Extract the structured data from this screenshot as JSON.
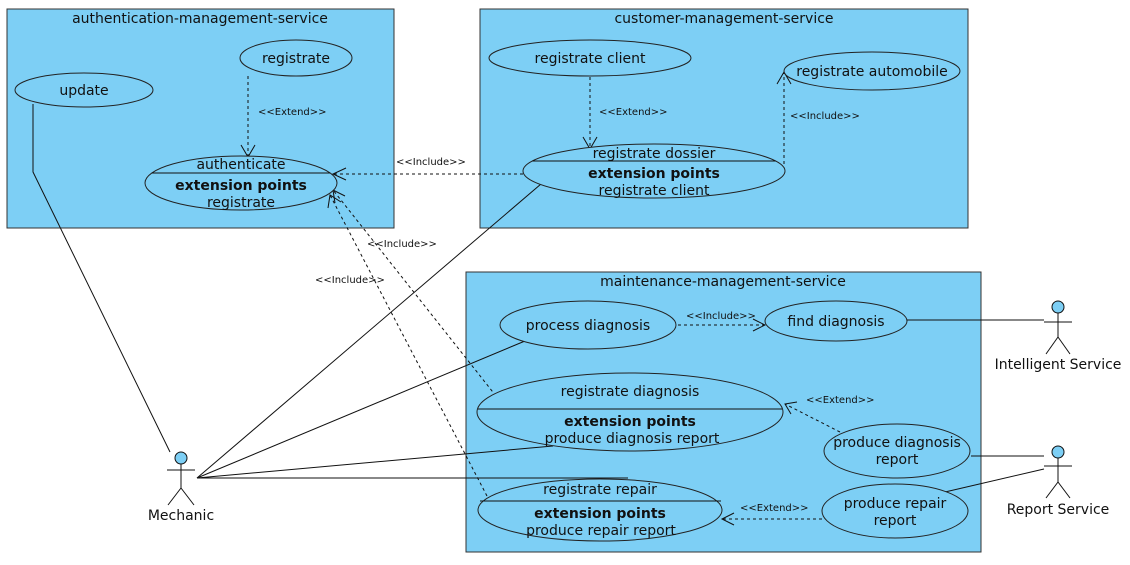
{
  "packages": {
    "auth": "authentication-management-service",
    "customer": "customer-management-service",
    "maintenance": "maintenance-management-service"
  },
  "use_cases": {
    "update": "update",
    "registrate": "registrate",
    "authenticate": "authenticate",
    "authenticate_ep_title": "extension points",
    "authenticate_ep": "registrate",
    "registrate_client": "registrate client",
    "registrate_automobile": "registrate automobile",
    "registrate_dossier": "registrate dossier",
    "registrate_dossier_ep_title": "extension points",
    "registrate_dossier_ep": "registrate client",
    "process_diagnosis": "process diagnosis",
    "find_diagnosis": "find diagnosis",
    "registrate_diagnosis": "registrate diagnosis",
    "registrate_diagnosis_ep_title": "extension points",
    "registrate_diagnosis_ep": "produce diagnosis report",
    "produce_diagnosis_report_1": "produce diagnosis",
    "produce_diagnosis_report_2": "report",
    "registrate_repair": "registrate repair",
    "registrate_repair_ep_title": "extension points",
    "registrate_repair_ep": "produce repair report",
    "produce_repair_report_1": "produce repair",
    "produce_repair_report_2": "report"
  },
  "stereotypes": {
    "extend": "<<Extend>>",
    "include": "<<Include>>"
  },
  "actors": {
    "mechanic": "Mechanic",
    "intelligent": "Intelligent Service",
    "report": "Report Service"
  },
  "colors": {
    "fill": "#7dcff5",
    "stroke": "#222222"
  }
}
